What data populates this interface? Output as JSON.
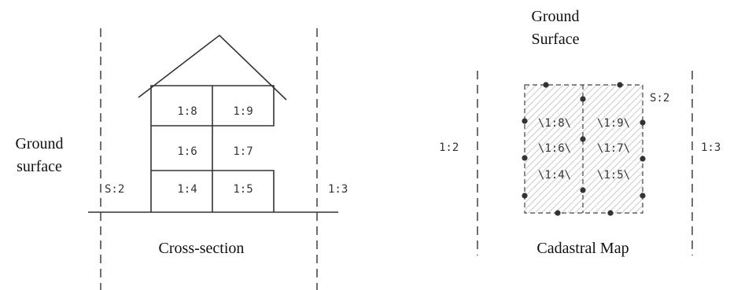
{
  "cross_section": {
    "caption": "Cross-section",
    "ground_label_line1": "Ground",
    "ground_label_line2": "surface",
    "parcel_left": "S:2",
    "parcel_right": "1:3",
    "units": [
      "1:8",
      "1:9",
      "1:6",
      "1:7",
      "1:4",
      "1:5"
    ]
  },
  "cadastral_map": {
    "caption": "Cadastral Map",
    "ground_label_line1": "Ground",
    "ground_label_line2": "Surface",
    "parcel_s2": "S:2",
    "parcel_left": "1:2",
    "parcel_right": "1:3",
    "units": [
      "\\1:8\\",
      "\\1:9\\",
      "\\1:6\\",
      "\\1:7\\",
      "\\1:4\\",
      "\\1:5\\"
    ]
  }
}
